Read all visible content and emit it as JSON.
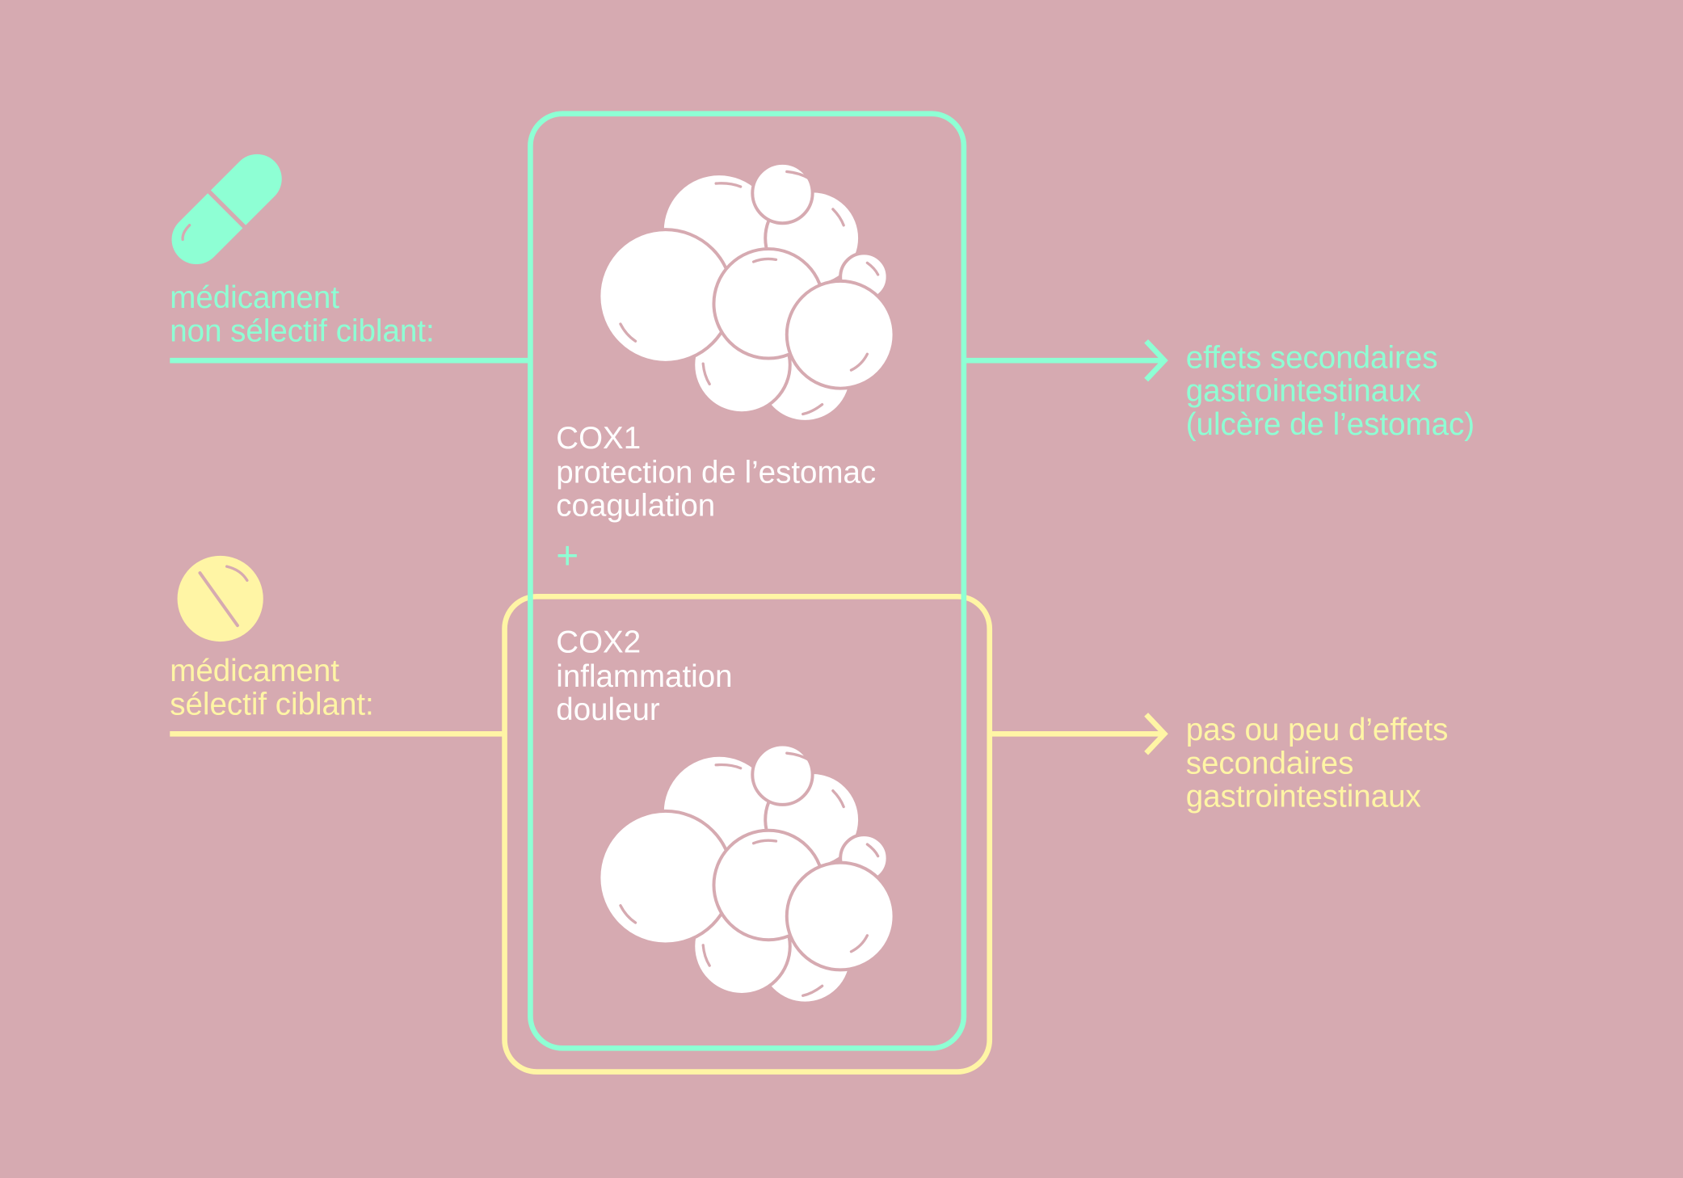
{
  "colors": {
    "background": "#d6aab1",
    "non_selective": "#8effd4",
    "selective": "#fff5a5",
    "enzyme": "#ffffff"
  },
  "non_selective_drug": {
    "icon": "capsule-icon",
    "label_line1": "médicament",
    "label_line2": "non sélectif ciblant:",
    "outcome_line1": "effets secondaires",
    "outcome_line2": "gastrointestinaux",
    "outcome_line3": "(ulcère de l’estomac)"
  },
  "selective_drug": {
    "icon": "tablet-icon",
    "label_line1": "médicament",
    "label_line2": "sélectif ciblant:",
    "outcome_line1": "pas ou peu d’effets",
    "outcome_line2": "secondaires",
    "outcome_line3": "gastrointestinaux"
  },
  "cox1": {
    "title": "COX1",
    "line1": "protection de l’estomac",
    "line2": "coagulation",
    "icon": "enzyme-molecule-icon"
  },
  "plus": "+",
  "cox2": {
    "title": "COX2",
    "line1": "inflammation",
    "line2": "douleur",
    "icon": "enzyme-molecule-icon"
  }
}
